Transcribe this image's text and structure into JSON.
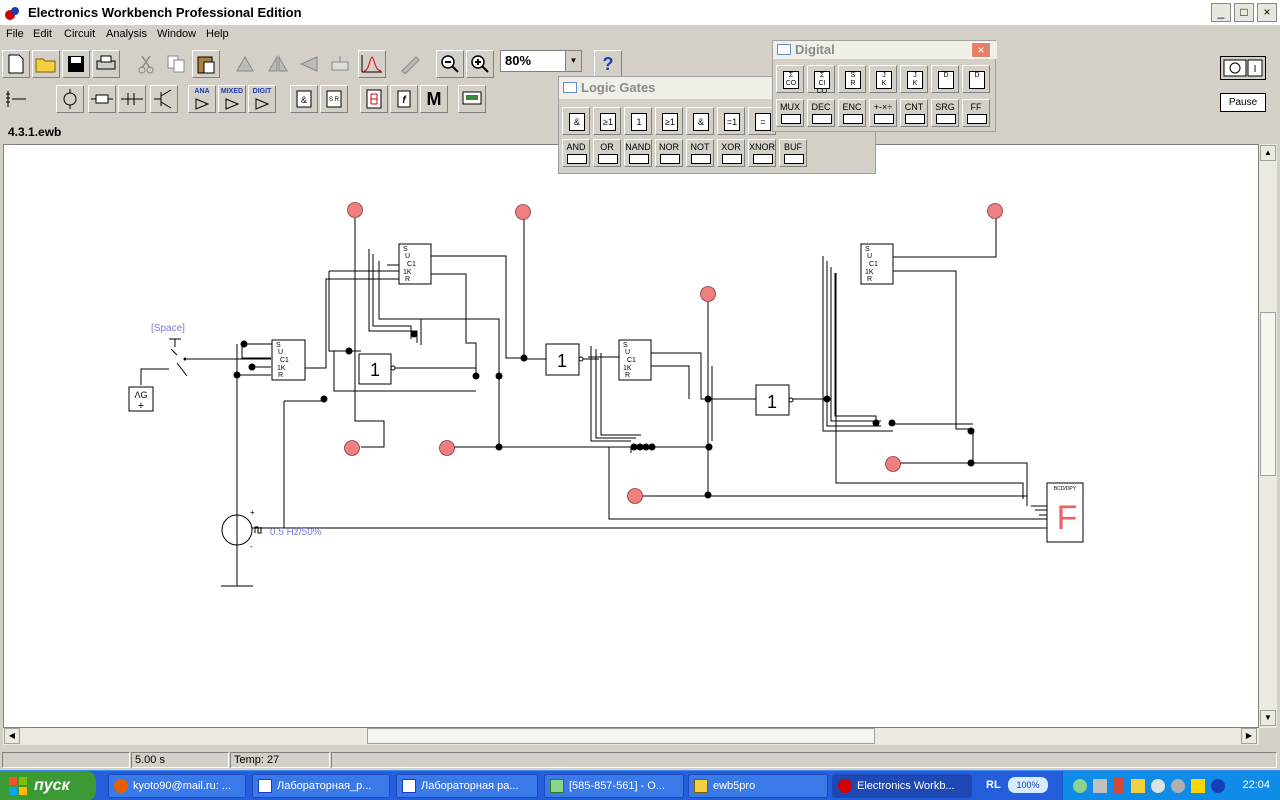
{
  "window": {
    "title": "Electronics Workbench Professional Edition",
    "minimize": "_",
    "maximize": "□",
    "close": "×"
  },
  "menu": [
    "File",
    "Edit",
    "Circuit",
    "Analysis",
    "Window",
    "Help"
  ],
  "toolbar": {
    "zoom_value": "80%",
    "help_label": "?",
    "analog_label": "ANA",
    "mixed_label": "MIXED",
    "digital_label": "DIGIT",
    "misc_label": "M",
    "pause_label": "Pause",
    "power_label": "I"
  },
  "document": {
    "title": "4.3.1.ewb"
  },
  "logic_gates_palette": {
    "title": "Logic Gates",
    "symbols": [
      "&",
      "≥1",
      "1",
      "≥1",
      "&",
      "=1",
      "="
    ],
    "labels": [
      "AND",
      "OR",
      "NAND",
      "NOR",
      "NOT",
      "XOR",
      "XNOR",
      "BUF"
    ]
  },
  "digital_palette": {
    "title": "Digital",
    "labels": [
      "MUX",
      "DEC",
      "ENC",
      "+-×÷",
      "CNT",
      "SRG",
      "FF"
    ]
  },
  "circuit": {
    "switch_label": "[Space]",
    "source_label": "0.5 Hz/50%",
    "display_label": "BCD/DPY",
    "display_digit": "F",
    "inverter_label": "1",
    "ff_pins": [
      "S",
      "U",
      "C1",
      "1K",
      "R"
    ],
    "plus": "+",
    "minus": "-"
  },
  "status": {
    "time": "5.00 s",
    "temp": "Temp:  27"
  },
  "taskbar": {
    "start": "пуск",
    "items": [
      "kyoto90@mail.ru: ...",
      "Лабораторная_р...",
      "Лабораторная ра...",
      "[585-857-561] - О...",
      "ewb5pro",
      "Electronics Workb..."
    ],
    "lang": "RL",
    "battery": "100%",
    "clock": "22:04"
  },
  "colors": {
    "taskbar": "#245edb",
    "start": "#3c9a35",
    "probe": "#f08080",
    "display_segment": "#f06060",
    "component_label": "#7b7bd8"
  }
}
